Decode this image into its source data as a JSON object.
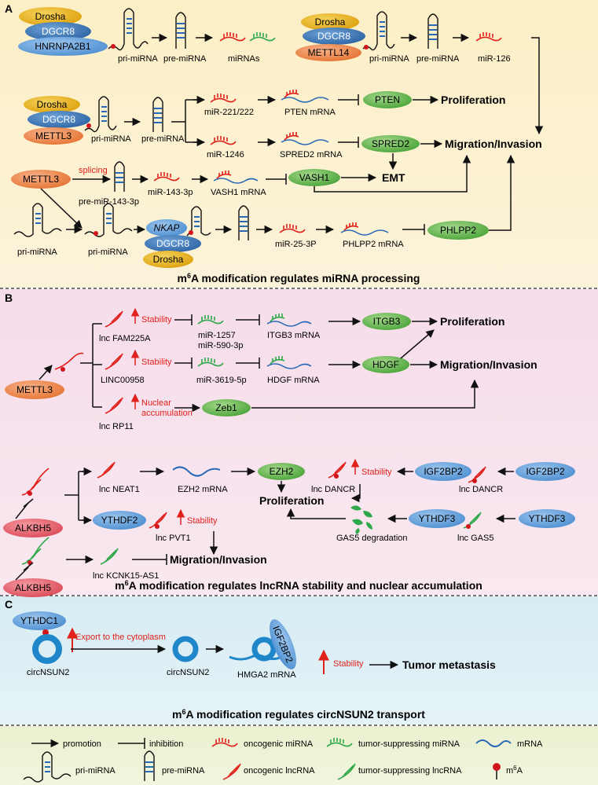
{
  "panels": {
    "A": {
      "letter": "A",
      "title_pre": "m",
      "title_sup": "6",
      "title_post": "A modification regulates  miRNA processing",
      "proteins": {
        "drosha": "Drosha",
        "dgcr8": "DGCR8",
        "hnrnpa2b1": "HNRNPA2B1",
        "mettl14": "METTL14",
        "mettl3": "METTL3",
        "nkap": "NKAP",
        "pten": "PTEN",
        "spred2": "SPRED2",
        "vash1": "VASH1",
        "phlpp2": "PHLPP2"
      },
      "labels": {
        "pri_mirna": "pri-miRNA",
        "pre_mirna": "pre-miRNA",
        "mirnas": "miRNAs",
        "mir126": "miR-126",
        "mir221": "miR-221/222",
        "mir1246": "miR-1246",
        "pten_mrna": "PTEN mRNA",
        "spred2_mrna": "SPRED2 mRNA",
        "splicing": "splicing",
        "pre_mir143": "pre-miR-143-3p",
        "mir143": "miR-143-3p",
        "vash1_mrna": "VASH1 mRNA",
        "mir25": "miR-25-3P",
        "phlpp2_mrna": "PHLPP2 mRNA",
        "proliferation": "Proliferation",
        "migration": "Migration/Invasion",
        "emt": "EMT"
      }
    },
    "B": {
      "letter": "B",
      "title_pre": "m",
      "title_sup": "6",
      "title_post": "A modification regulates lncRNA stability and nuclear accumulation",
      "proteins": {
        "mettl3": "METTL3",
        "itgb3": "ITGB3",
        "hdgf": "HDGF",
        "zeb1": "Zeb1",
        "alkbh5": "ALKBH5",
        "ythdf2": "YTHDF2",
        "ezh2": "EZH2",
        "igf2bp2": "IGF2BP2",
        "ythdf3": "YTHDF3"
      },
      "labels": {
        "stability": "Stability",
        "nuclear1": "Nuclear",
        "nuclear2": "accumulation",
        "lnc_fam": "lnc FAM225A",
        "mir1257": "miR-1257",
        "mir590": "miR-590-3p",
        "itgb3_mrna": "ITGB3 mRNA",
        "linc": "LINC00958",
        "mir3619": "miR-3619-5p",
        "hdgf_mrna": "HDGF mRNA",
        "lnc_rp11": "lnc RP11",
        "lnc_neat1": "lnc NEAT1",
        "ezh2_mrna": "EZH2 mRNA",
        "lnc_dancr": "lnc DANCR",
        "lnc_pvt1": "lnc PVT1",
        "gas5_deg": "GAS5 degradation",
        "lnc_gas5": "lnc GAS5",
        "lnc_kcnk": "lnc KCNK15-AS1",
        "proliferation": "Proliferation",
        "migration": "Migration/Invasion"
      }
    },
    "C": {
      "letter": "C",
      "title_pre": "m",
      "title_sup": "6",
      "title_post": "A modification regulates circNSUN2 transport",
      "proteins": {
        "ythdc1": "YTHDC1",
        "igf2bp2": "IGF2BP2"
      },
      "labels": {
        "export": "Export to the cytoplasm",
        "circ": "circNSUN2",
        "hmga2": "HMGA2 mRNA",
        "stability": "Stability",
        "metastasis": "Tumor metastasis"
      }
    }
  },
  "legend": {
    "promotion": "promotion",
    "inhibition": "inhibition",
    "onc_mirna": "oncogenic miRNA",
    "ts_mirna": "tumor-suppressing miRNA",
    "mrna": "mRNA",
    "pri_mirna": "pri-miRNA",
    "pre_mirna": "pre-miRNA",
    "onc_lnc": "oncogenic lncRNA",
    "ts_lnc": "tumor-suppressing lncRNA",
    "m6a_pre": "m",
    "m6a_sup": "6",
    "m6a_post": "A"
  },
  "colors": {
    "panel_a_bg": "#FDF2CF",
    "panel_b_bg": "#F8E3EE",
    "panel_c_bg": "#DDEFF4",
    "legend_bg": "#EEF3D6",
    "onc_red": "#E0211C",
    "ts_green": "#2EA84A",
    "mrna_blue": "#2769B8",
    "m6a_red": "#D2151C",
    "drosha_yellow": "#E9B418",
    "dgcr8_blue": "#3A77B8",
    "orange": "#F08A52",
    "green_protein": "#6EBE55",
    "pink_protein": "#E8636E",
    "light_blue_protein": "#6EA7DD"
  }
}
